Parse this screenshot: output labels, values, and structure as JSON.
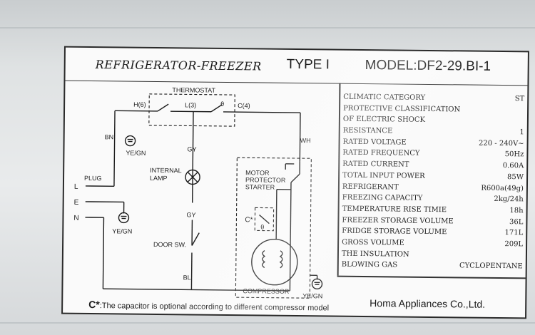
{
  "header": {
    "product": "REFRIGERATOR-FREEZER",
    "type": "TYPE I",
    "model": "MODEL:DF2-29.BI-1"
  },
  "diagram": {
    "thermostat": "THERMOSTAT",
    "h6": "H(6)",
    "l3": "L(3)",
    "c4": "C(4)",
    "theta": "θ",
    "bn": "BN",
    "ye_gn": "YE/GN",
    "gy": "GY",
    "internal_lamp_1": "INTERNAL",
    "internal_lamp_2": "LAMP",
    "plug": "PLUG",
    "l": "L",
    "e": "E",
    "n": "N",
    "wh": "WH",
    "motor_1": "MOTOR",
    "motor_2": "PROTECTOR",
    "motor_3": "STARTER",
    "c_star": "C*",
    "door_sw": "DOOR SW.",
    "bl": "BL",
    "compressor": "COMPRESSOR"
  },
  "specs": [
    {
      "name": "CLIMATIC CATEGORY",
      "value": "ST"
    },
    {
      "name": "PROTECTIVE CLASSIFICATION",
      "value": ""
    },
    {
      "name": "OF ELECTRIC SHOCK",
      "value": ""
    },
    {
      "name": "RESISTANCE",
      "value": "1"
    },
    {
      "name": "RATED VOLTAGE",
      "value": "220 - 240V~"
    },
    {
      "name": "RATED FREQUENCY",
      "value": "50Hz"
    },
    {
      "name": "RATED CURRENT",
      "value": "0.60A"
    },
    {
      "name": "TOTAL INPUT POWER",
      "value": "85W"
    },
    {
      "name": "REFRIGERANT",
      "value": "R600a(49g)"
    },
    {
      "name": "FREEZING CAPACITY",
      "value": "2kg/24h"
    },
    {
      "name": "TEMPERATURE RISE TIMIE",
      "value": "18h"
    },
    {
      "name": "FREEZER STORAGE VOLUME",
      "value": "36L"
    },
    {
      "name": "FRIDGE STORAGE VOLUME",
      "value": "171L"
    },
    {
      "name": "GROSS VOLUME",
      "value": "209L"
    },
    {
      "name": "THE INSULATION",
      "value": ""
    },
    {
      "name": "BLOWING GAS",
      "value": "CYCLOPENTANE"
    }
  ],
  "footer": {
    "note_mark": "C*",
    "note_text": ":The capacitor is optional according to different compressor model",
    "company": "Homa Appliances Co.,Ltd."
  }
}
